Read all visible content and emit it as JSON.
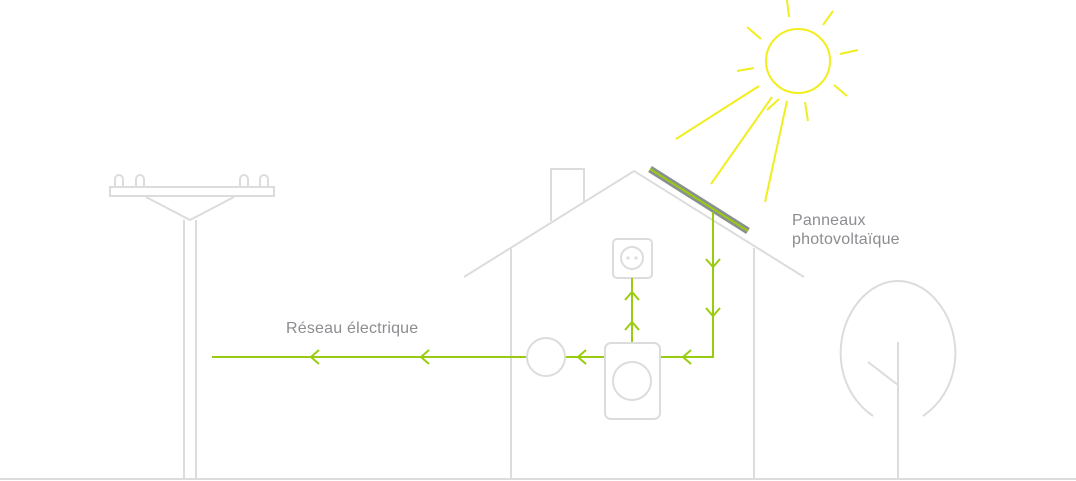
{
  "labels": {
    "grid": "Réseau électrique",
    "panels_line1": "Panneaux",
    "panels_line2": "photovoltaïque"
  },
  "colors": {
    "outline": "#dcdcdc",
    "flow": "#99cc11",
    "sun": "#f2ee1e",
    "panel": "#8a8f92",
    "text": "#8c8c91"
  },
  "icons": {
    "sun": "sun-icon",
    "solar_panel": "solar-panel-icon",
    "utility_pole": "utility-pole-icon",
    "house": "house-icon",
    "outlet": "power-outlet-icon",
    "inverter": "inverter-icon",
    "meter": "electric-meter-icon",
    "tree": "tree-icon"
  }
}
